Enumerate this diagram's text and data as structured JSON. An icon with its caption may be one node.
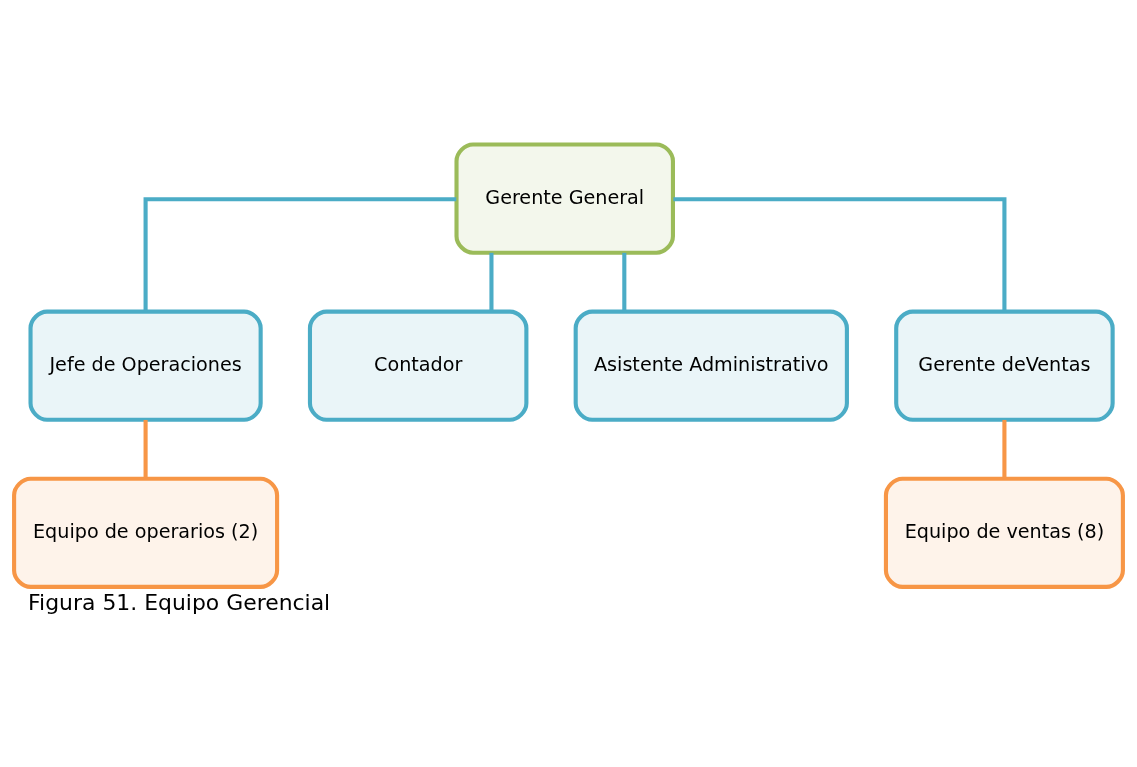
{
  "diagram": {
    "caption": "Figura 51. Equipo Gerencial",
    "nodes": [
      {
        "text": [
          "Gerente General"
        ]
      },
      {
        "text": [
          "Jefe de Operaciones"
        ]
      },
      {
        "text": [
          "Contador"
        ]
      },
      {
        "text": [
          "Asistente Administrativo"
        ]
      },
      {
        "text": [
          "Gerente deVentas"
        ]
      },
      {
        "text": [
          "Equipo de operarios (2)"
        ]
      },
      {
        "text": [
          "Equipo de ventas (8)"
        ]
      }
    ],
    "edges": [
      {
        "from": 0,
        "to": 1,
        "arrow": "none"
      },
      {
        "from": 0,
        "to": 2,
        "arrow": "none"
      },
      {
        "from": 0,
        "to": 3,
        "arrow": "none"
      },
      {
        "from": 0,
        "to": 4,
        "arrow": "none"
      },
      {
        "from": 1,
        "to": 5,
        "arrow": "none",
        "color": "#f79646"
      },
      {
        "from": 4,
        "to": 6,
        "arrow": "none",
        "color": "#f79646"
      }
    ]
  }
}
